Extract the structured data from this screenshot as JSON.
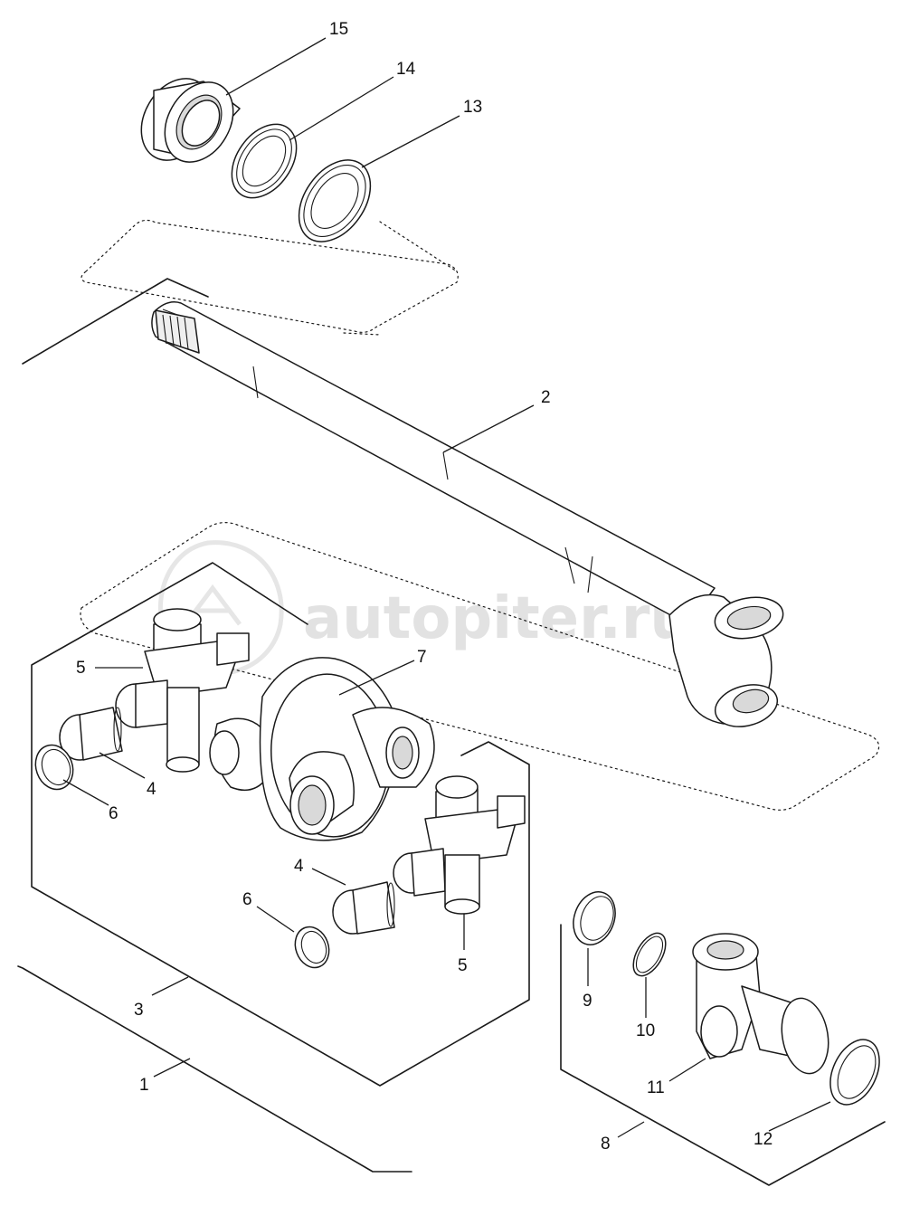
{
  "watermark": {
    "text": "autopiter.ru"
  },
  "callouts": [
    {
      "id": "c15",
      "label": "15"
    },
    {
      "id": "c14",
      "label": "14"
    },
    {
      "id": "c13",
      "label": "13"
    },
    {
      "id": "c2",
      "label": "2"
    },
    {
      "id": "c7",
      "label": "7"
    },
    {
      "id": "c5a",
      "label": "5"
    },
    {
      "id": "c4a",
      "label": "4"
    },
    {
      "id": "c6a",
      "label": "6"
    },
    {
      "id": "c4b",
      "label": "4"
    },
    {
      "id": "c6b",
      "label": "6"
    },
    {
      "id": "c5b",
      "label": "5"
    },
    {
      "id": "c3",
      "label": "3"
    },
    {
      "id": "c1",
      "label": "1"
    },
    {
      "id": "c9",
      "label": "9"
    },
    {
      "id": "c10",
      "label": "10"
    },
    {
      "id": "c11",
      "label": "11"
    },
    {
      "id": "c8",
      "label": "8"
    },
    {
      "id": "c12",
      "label": "12"
    }
  ],
  "colors": {
    "line": "#1a1a1a",
    "watermark": "#e2e2e2",
    "background": "#ffffff"
  }
}
